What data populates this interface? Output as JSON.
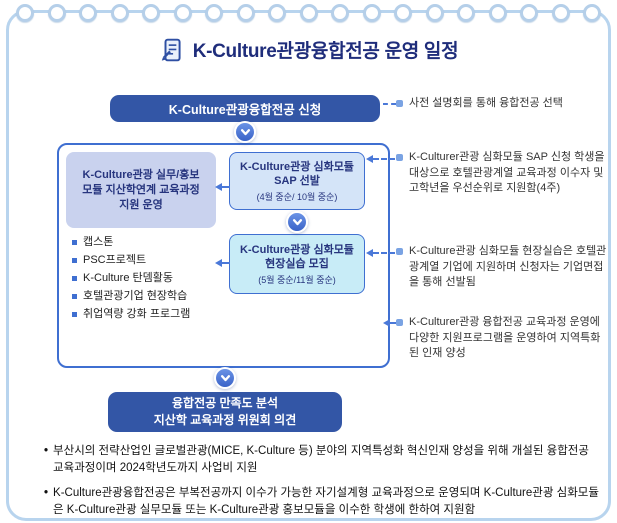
{
  "header": {
    "title": "K-Culture관광융합전공 운영 일정"
  },
  "flow": {
    "start_label": "K-Culture관광융합전공 신청",
    "left_box": {
      "title": "K-Culture관광 실무/홍보 모듈 지산학연계 교육과정 지원 운영",
      "items": [
        "캡스톤",
        "PSC프로젝트",
        "K-Culture 탄뎀활동",
        "호텔관광기업 현장학습",
        "취업역량 강화 프로그램"
      ]
    },
    "sap_box": {
      "line1": "K-Culture관광 심화모듈",
      "line2": "SAP 선발",
      "date": "(4월 중순/ 10월 중순)"
    },
    "field_box": {
      "line1": "K-Culture관광 심화모듈",
      "line2": "현장실습 모집",
      "date": "(5월 중순/11월 중순)"
    },
    "end_box": {
      "line1": "융합전공 만족도 분석",
      "line2": "지산학 교육과정 위원회 의견"
    }
  },
  "side_notes": [
    "사전 설명회를 통해 융합전공 선택",
    "K-Culturer관광 심화모듈 SAP 신청 학생을 대상으로 호텔관광계열 교육과정 이수자 및 고학년을 우선순위로 지원함(4주)",
    "K-Culture관광 심화모듈 현장실습은 호텔관광계열 기업에 지원하며 신청자는 기업면접을 통해 선발됨",
    "K-Culturer관광 융합전공 교육과정 운영에 다양한 지원프로그램을 운영하여 지역특화된 인재 양성"
  ],
  "footer_notes": [
    "부산시의 전략산업인 글로벌관광(MICE, K-Culture 등) 분야의 지역특성화 혁신인재 양성을 위해 개설된 융합전공 교육과정이며 2024학년도까지 사업비 지원",
    "K-Culture관광융합전공은 부복전공까지 이수가 가능한 자기설계형 교육과정으로 운영되며 K-Culture관광 심화모듈은 K-Culture관광 실무모듈 또는 K-Culture관광 홍보모듈을 이수한 학생에 한하여 지원함"
  ],
  "glyphs": {
    "bullet": "•"
  },
  "colors": {
    "accent_blue": "#3f6fd1",
    "navy": "#1f2d7b",
    "pill_bg": "#3356a6",
    "left_box_bg": "#c9d2ee",
    "sap_box_bg": "#d4e4f8",
    "field_box_bg": "#c8ecf7",
    "frame_blue": "#b8d4ee"
  }
}
